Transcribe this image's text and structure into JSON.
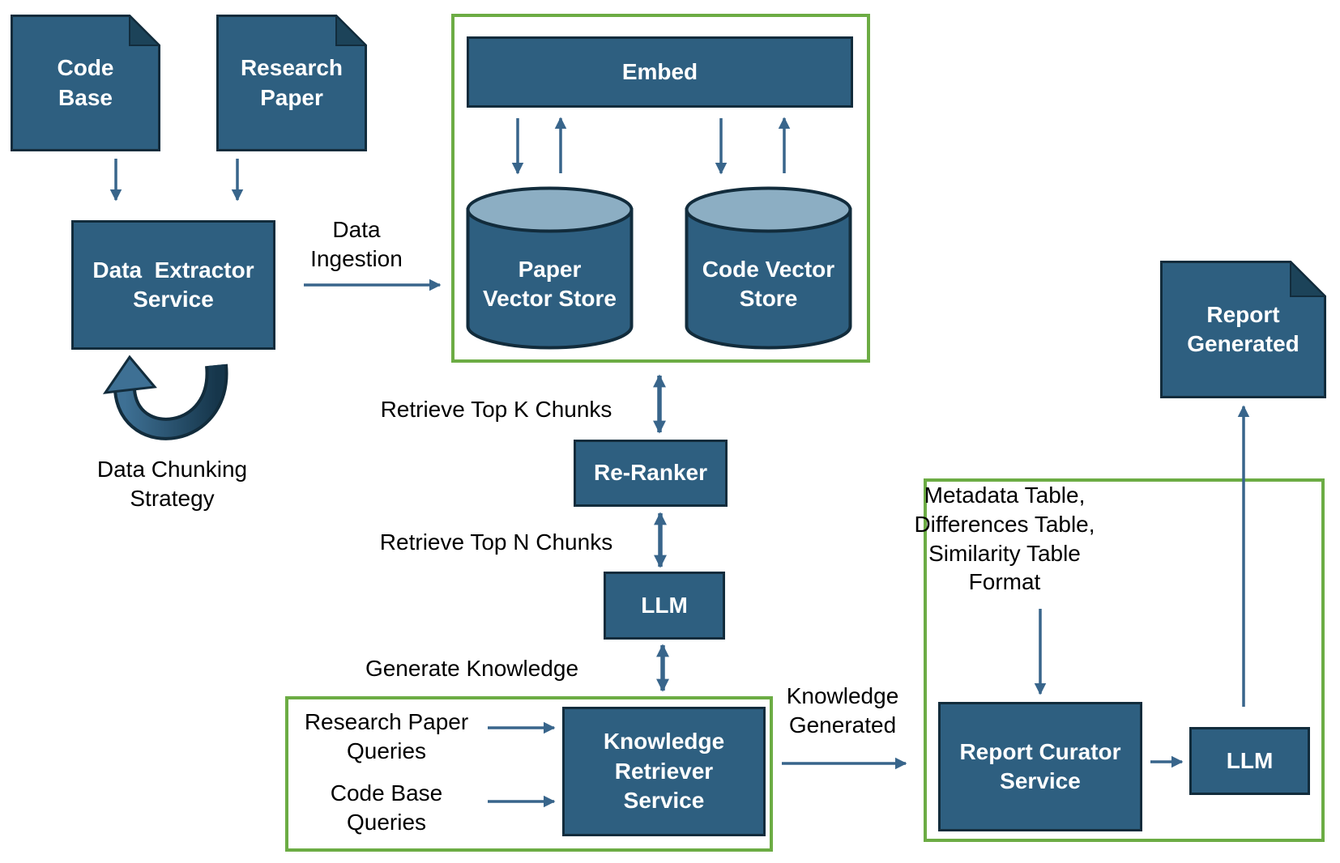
{
  "diagram_title": "RAG code-and-paper report generation pipeline",
  "nodes": {
    "code_base": "Code\nBase",
    "research_paper": "Research\nPaper",
    "data_extractor": "Data  Extractor\nService",
    "embed": "Embed",
    "paper_vector_store": "Paper\nVector Store",
    "code_vector_store": "Code Vector\nStore",
    "re_ranker": "Re-Ranker",
    "llm_mid": "LLM",
    "knowledge_retriever": "Knowledge\nRetriever\nService",
    "report_curator": "Report Curator\nService",
    "llm_right": "LLM",
    "report_generated": "Report\nGenerated"
  },
  "labels": {
    "data_ingestion": "Data\nIngestion",
    "data_chunking_strategy": "Data Chunking\nStrategy",
    "retrieve_top_k": "Retrieve Top K Chunks",
    "retrieve_top_n": "Retrieve Top N Chunks",
    "generate_knowledge": "Generate Knowledge",
    "research_paper_queries": "Research Paper\nQueries",
    "code_base_queries": "Code Base\nQueries",
    "knowledge_generated": "Knowledge\nGenerated",
    "metadata_format": "Metadata Table,\nDifferences Table,\nSimilarity Table\nFormat"
  },
  "colors": {
    "node_fill": "#2E5F80",
    "node_border": "#122C3C",
    "document_fold": "#1C4359",
    "cylinder_top": "#8CAEC3",
    "group_border": "#6CAC44",
    "arrow": "#38658B",
    "loop_arrow_light": "#3E7094",
    "loop_arrow_dark": "#16364B",
    "node_text": "#FFFFFF",
    "label_text": "#000000",
    "background": "#FFFFFF"
  }
}
